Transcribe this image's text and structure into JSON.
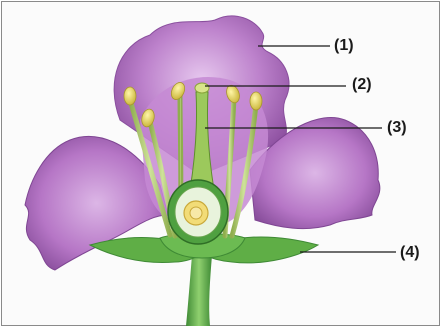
{
  "labels": {
    "label_1": "(1)",
    "label_2": "(2)",
    "label_3": "(3)",
    "label_4": "(4)"
  },
  "colors": {
    "petal": "#b678c6",
    "petal_dark": "#8a4f9e",
    "petal_light": "#d9b3e3",
    "stem": "#5aa84b",
    "sepal": "#6bbb52",
    "anther": "#e4d45a",
    "ovary_inner": "#f2dc77"
  }
}
